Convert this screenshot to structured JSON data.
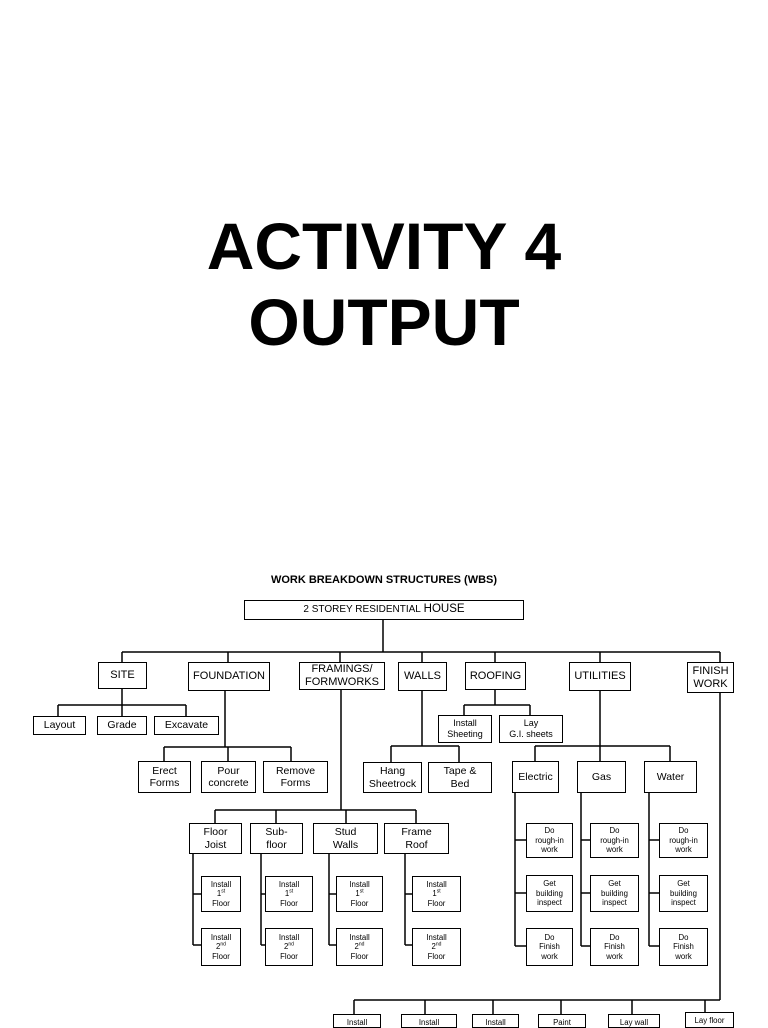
{
  "slide": {
    "title_line1": "ACTIVITY 4",
    "title_line2": "OUTPUT"
  },
  "wbs": {
    "heading": "WORK BREAKDOWN STRUCTURES (WBS)",
    "root_small": "2 STOREY RESIDENTIAL",
    "root_big": "HOUSE",
    "site": {
      "label": "SITE",
      "children": [
        "Layout",
        "Grade",
        "Excavate"
      ]
    },
    "foundation": {
      "label": "FOUNDATION",
      "children": [
        [
          "Erect",
          "Forms"
        ],
        [
          "Pour",
          "concrete"
        ],
        [
          "Remove",
          "Forms"
        ]
      ]
    },
    "framings": {
      "label": [
        "FRAMINGS/",
        "FORMWORKS"
      ],
      "children": [
        [
          "Floor",
          "Joist"
        ],
        [
          "Sub-",
          "floor"
        ],
        [
          "Stud",
          "Walls"
        ],
        [
          "Frame",
          "Roof"
        ]
      ],
      "tasks": {
        "install": "Install",
        "first": "1",
        "first_sup": "st",
        "second": "2",
        "second_sup": "nd",
        "floor": "Floor"
      }
    },
    "walls": {
      "label": "WALLS",
      "children": [
        [
          "Hang",
          "Sheetrock"
        ],
        [
          "Tape &",
          "Bed"
        ]
      ]
    },
    "roofing": {
      "label": "ROOFING",
      "children": [
        [
          "Install",
          "Sheeting"
        ],
        [
          "Lay",
          "G.I. sheets"
        ]
      ]
    },
    "utilities": {
      "label": "UTILITIES",
      "children": [
        "Electric",
        "Gas",
        "Water"
      ],
      "tasks": [
        [
          "Do",
          "rough-in",
          "work"
        ],
        [
          "Get",
          "building",
          "inspect"
        ],
        [
          "Do",
          "Finish",
          "work"
        ]
      ]
    },
    "finish_work": {
      "label": [
        "FINISH",
        "WORK"
      ],
      "children_partial": [
        "Install",
        "Install",
        "Install",
        "Paint",
        "Lay wall",
        "Lay floor"
      ]
    }
  }
}
